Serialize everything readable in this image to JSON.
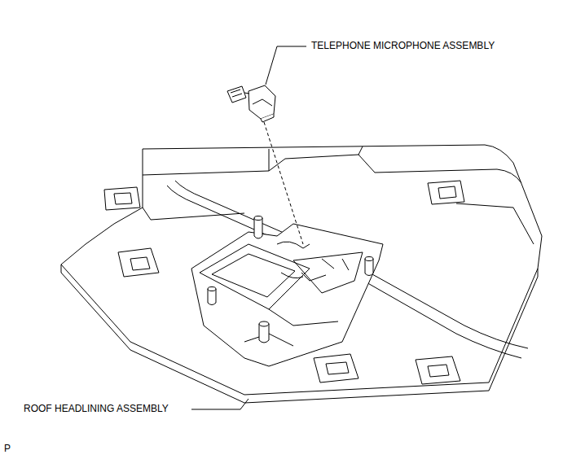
{
  "diagram": {
    "labels": [
      "TELEPHONE MICROPHONE ASSEMBLY",
      "ROOF HEADLINING ASSEMBLY",
      "P"
    ]
  }
}
